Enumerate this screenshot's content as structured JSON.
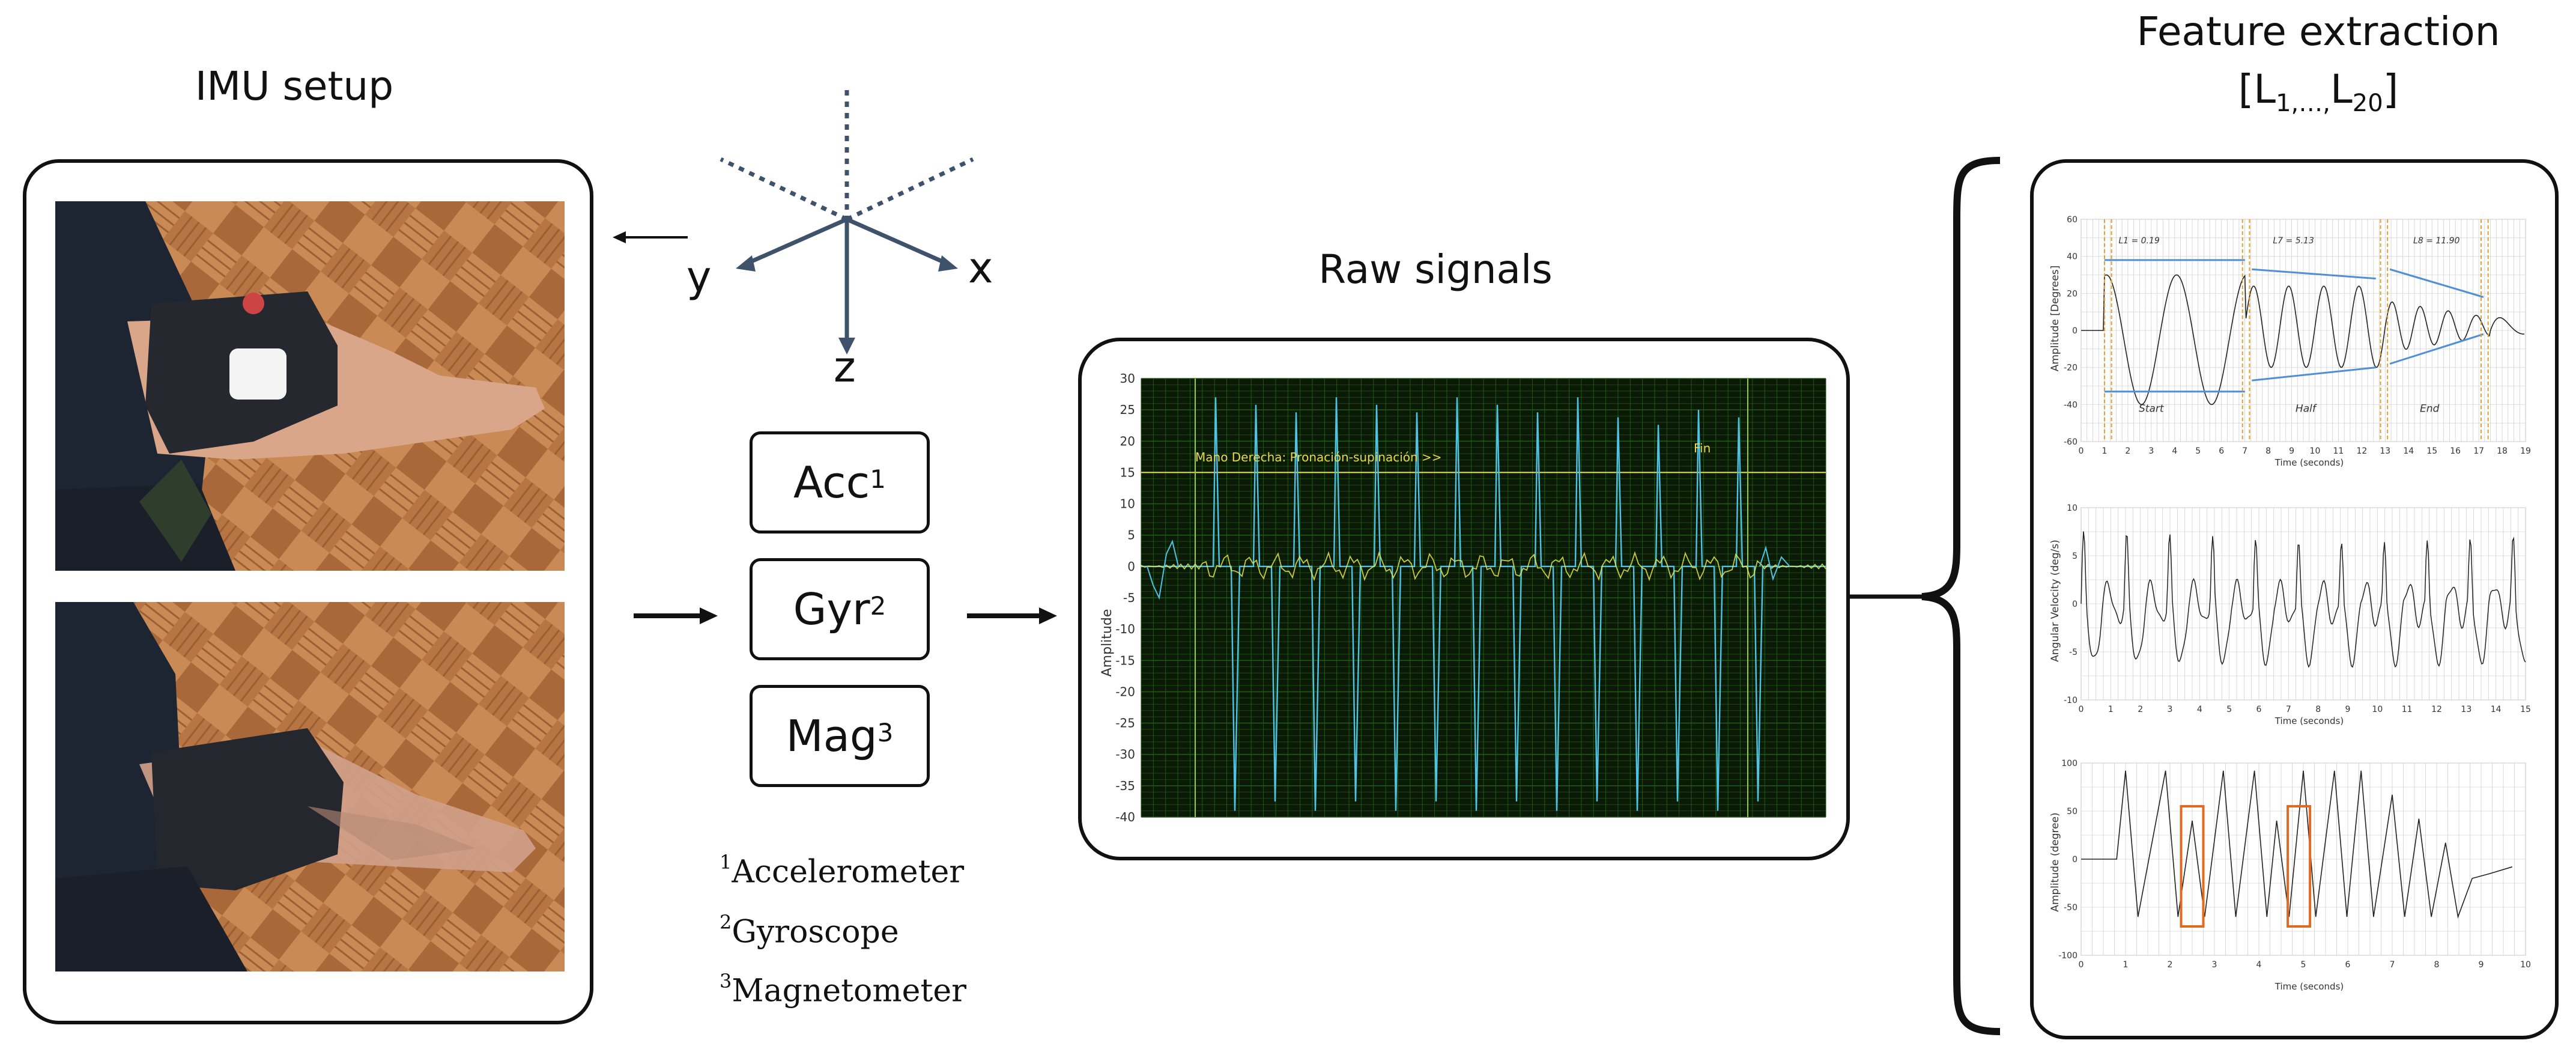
{
  "imu": {
    "title": "IMU setup"
  },
  "axes": {
    "x": "x",
    "y": "y",
    "z": "z"
  },
  "sensors": [
    {
      "name": "Acc",
      "sup": "1"
    },
    {
      "name": "Gyr",
      "sup": "2"
    },
    {
      "name": "Mag",
      "sup": "3"
    }
  ],
  "footnotes": [
    {
      "sup": "1",
      "text": "Accelerometer"
    },
    {
      "sup": "2",
      "text": "Gyroscope"
    },
    {
      "sup": "3",
      "text": "Magnetometer"
    }
  ],
  "raw": {
    "title": "Raw signals",
    "overlay_label": "Mano Derecha: Pronación-supinación >>",
    "end_label": "Fin",
    "ylabel": "Amplitude",
    "yticks": [
      "30",
      "25",
      "20",
      "15",
      "10",
      "5",
      "0",
      "-5",
      "-10",
      "-15",
      "-20",
      "-25",
      "-30",
      "-35",
      "-40"
    ]
  },
  "features": {
    "title_line1": "Feature extraction",
    "title_open": "[L",
    "title_sub1": "1,…,",
    "title_mid": "L",
    "title_sub2": "20",
    "title_close": "]",
    "plot1": {
      "ylabel": "Amplitude [Degrees]",
      "xlabel": "Time (seconds)",
      "yticks": [
        "60",
        "40",
        "20",
        "0",
        "-20",
        "-40",
        "-60"
      ],
      "xticks": [
        "0",
        "1",
        "2",
        "3",
        "4",
        "5",
        "6",
        "7",
        "8",
        "9",
        "10",
        "11",
        "12",
        "13",
        "14",
        "15",
        "16",
        "17",
        "18",
        "19"
      ],
      "phases": [
        "Start",
        "Half",
        "End"
      ],
      "annotations": [
        "L1 = 0.19",
        "L7 = 5.13",
        "L8 = 11.90"
      ]
    },
    "plot2": {
      "ylabel": "Angular Velocity (deg/s)",
      "xlabel": "Time (seconds)",
      "yticks": [
        "10",
        "5",
        "0",
        "-5",
        "-10"
      ],
      "xticks": [
        "0",
        "1",
        "2",
        "3",
        "4",
        "5",
        "6",
        "7",
        "8",
        "9",
        "10",
        "11",
        "12",
        "13",
        "14",
        "15"
      ]
    },
    "plot3": {
      "ylabel": "Amplitude (degree)",
      "xlabel": "Time (seconds)",
      "yticks": [
        "100",
        "50",
        "0",
        "-50",
        "-100"
      ],
      "xticks": [
        "0",
        "1",
        "2",
        "3",
        "4",
        "5",
        "6",
        "7",
        "8",
        "9",
        "10"
      ]
    }
  },
  "colors": {
    "raw_bg": "#0b1a06",
    "raw_grid": "#1f5a14",
    "signal_cyan": "#4fc3e6",
    "signal_yellow": "#e8e84a",
    "overlay_text": "#e8d84a",
    "trend_blue": "#4f8fd6",
    "phase_orange": "#e0a030",
    "highlight": "#e06a20",
    "axis_arrow": "#3f526b"
  }
}
